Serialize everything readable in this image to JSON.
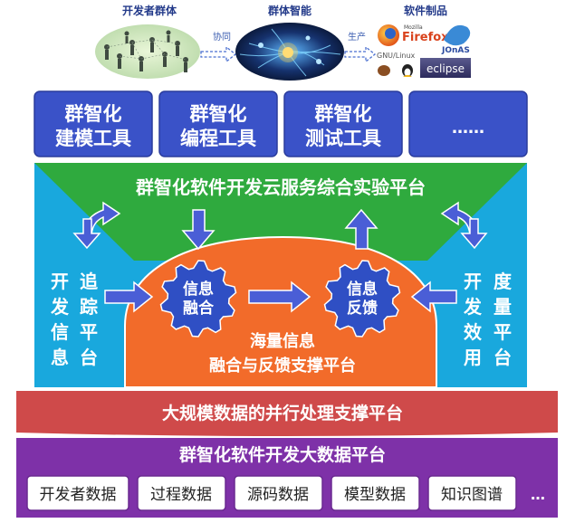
{
  "top": {
    "developer_group": "开发者群体",
    "collaboration": "协同",
    "swarm_intelligence": "群体智能",
    "production": "生产",
    "software_products": "软件制品",
    "logo_mozilla": "Mozilla",
    "logo_firefox": "Firefox",
    "logo_jonas": "JOnAS",
    "logo_gnu_linux": "GNU/Linux",
    "logo_eclipse": "eclipse"
  },
  "tools": [
    {
      "line1": "群智化",
      "line2": "建模工具"
    },
    {
      "line1": "群智化",
      "line2": "编程工具"
    },
    {
      "line1": "群智化",
      "line2": "测试工具"
    },
    {
      "line1": "……",
      "line2": ""
    }
  ],
  "cloud_platform": "群智化软件开发云服务综合实验平台",
  "left_panel": {
    "col1": "开发信息",
    "col2": "追踪平台"
  },
  "right_panel": {
    "col1": "开发效用",
    "col2": "度量平台"
  },
  "gears": {
    "fusion": [
      "信息",
      "融合"
    ],
    "feedback": [
      "信息",
      "反馈"
    ]
  },
  "hub": {
    "line1": "海量信息",
    "line2": "融合与反馈支撑平台"
  },
  "parallel_platform": "大规模数据的并行处理支撑平台",
  "bigdata": {
    "title": "群智化软件开发大数据平台",
    "items": [
      "开发者数据",
      "过程数据",
      "源码数据",
      "模型数据",
      "知识图谱"
    ],
    "more": "…"
  },
  "colors": {
    "tool_blue": "#3a52c8",
    "cloud_green": "#2faa3e",
    "side_cyan": "#19a8dd",
    "hub_orange": "#f26b2a",
    "gear_blue": "#2f4fc4",
    "arrow_blue": "#4a5ed6",
    "parallel_red": "#cf4a4a",
    "bigdata_purple": "#7e31a8"
  }
}
